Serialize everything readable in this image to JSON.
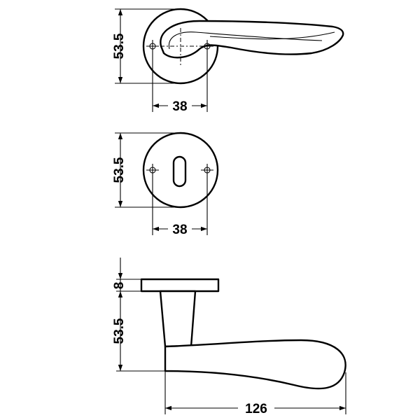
{
  "views": {
    "front_lever": {
      "height_label": "53.5",
      "width_label": "38"
    },
    "front_escutcheon": {
      "height_label": "53.5",
      "width_label": "38"
    },
    "side_view": {
      "rose_thickness_label": "8",
      "height_label": "53.5",
      "length_label": "126"
    }
  }
}
